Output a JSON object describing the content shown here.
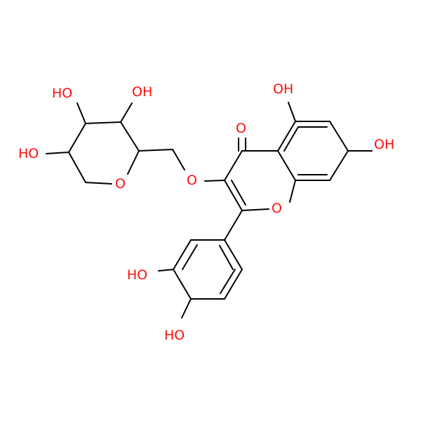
{
  "colors": {
    "bond": "#000000",
    "oxygen": "#ff0d0d",
    "background": "#ffffff"
  },
  "molecule": {
    "labels": {
      "oh_ring_c4": "HO",
      "oh_ring_c3": "OH",
      "oh_ring_c5": "HO",
      "ring_oxygen": "O",
      "ether_oxygen": "O",
      "carbonyl_oxygen": "O",
      "oh_position_5": "OH",
      "oh_position_7": "OH",
      "chromone_oxygen": "O",
      "oh_meta": "HO",
      "oh_para": "HO"
    }
  }
}
